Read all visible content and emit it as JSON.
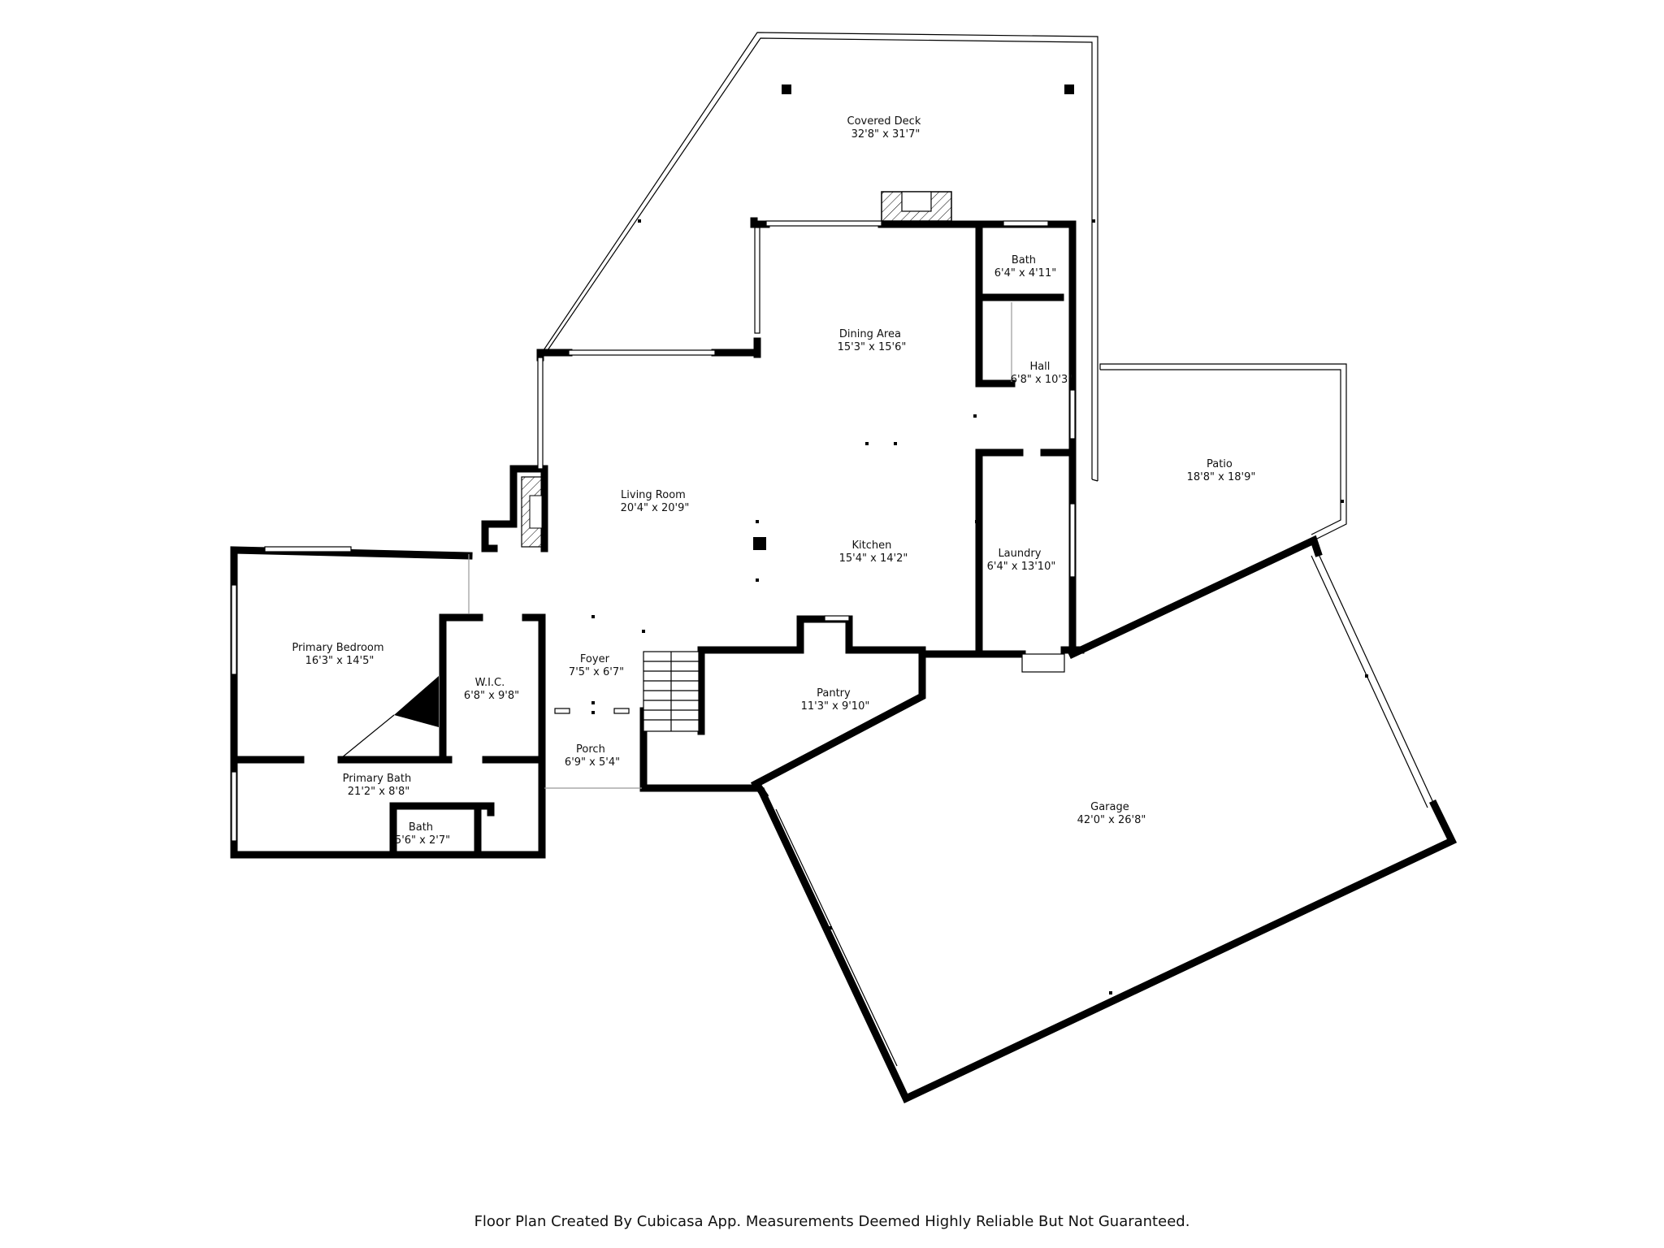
{
  "rooms": [
    {
      "id": "covered-deck",
      "name": "Covered Deck",
      "dims": "32'8\" x 31'7\""
    },
    {
      "id": "bath-1",
      "name": "Bath",
      "dims": "6'4\" x 4'11\""
    },
    {
      "id": "dining-area",
      "name": "Dining Area",
      "dims": "15'3\" x 15'6\""
    },
    {
      "id": "hall",
      "name": "Hall",
      "dims": "6'8\" x 10'3\""
    },
    {
      "id": "patio",
      "name": "Patio",
      "dims": "18'8\" x 18'9\""
    },
    {
      "id": "living-room",
      "name": "Living Room",
      "dims": "20'4\" x 20'9\""
    },
    {
      "id": "kitchen",
      "name": "Kitchen",
      "dims": "15'4\" x 14'2\""
    },
    {
      "id": "laundry",
      "name": "Laundry",
      "dims": "6'4\" x 13'10\""
    },
    {
      "id": "primary-bedroom",
      "name": "Primary Bedroom",
      "dims": "16'3\" x 14'5\""
    },
    {
      "id": "wic",
      "name": "W.I.C.",
      "dims": "6'8\" x 9'8\""
    },
    {
      "id": "foyer",
      "name": "Foyer",
      "dims": "7'5\" x 6'7\""
    },
    {
      "id": "pantry",
      "name": "Pantry",
      "dims": "11'3\" x 9'10\""
    },
    {
      "id": "porch",
      "name": "Porch",
      "dims": "6'9\" x 5'4\""
    },
    {
      "id": "primary-bath",
      "name": "Primary Bath",
      "dims": "21'2\" x 8'8\""
    },
    {
      "id": "bath-2",
      "name": "Bath",
      "dims": "5'6\" x 2'7\""
    },
    {
      "id": "garage",
      "name": "Garage",
      "dims": "42'0\" x 26'8\""
    }
  ],
  "footer": "Floor Plan Created By Cubicasa App. Measurements Deemed Highly Reliable But Not Guaranteed."
}
